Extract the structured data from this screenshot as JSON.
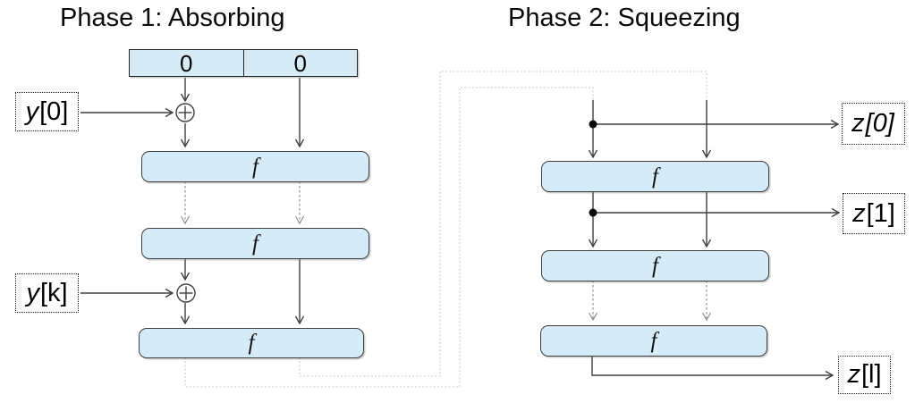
{
  "titles": {
    "left": "Phase 1: Absorbing",
    "right": "Phase 2: Squeezing"
  },
  "state": {
    "cells": [
      "0",
      "0"
    ]
  },
  "absorbing": {
    "rounds": [
      {
        "label": "f"
      },
      {
        "label": "f"
      },
      {
        "label": "f"
      }
    ],
    "inputs": [
      {
        "var": "y",
        "index": "[0]"
      },
      {
        "var": "y",
        "index": "[k]"
      }
    ]
  },
  "squeezing": {
    "rounds": [
      {
        "label": "f"
      },
      {
        "label": "f"
      },
      {
        "label": "f"
      }
    ],
    "outputs": [
      {
        "var": "z",
        "index": "[0]"
      },
      {
        "var": "z",
        "index": "[1]"
      },
      {
        "var": "z",
        "index": "[l]"
      }
    ]
  },
  "icons": {
    "xor": "xor-plus-in-circle",
    "junction": "filled-dot"
  },
  "colors": {
    "box_fill": "#d6ebf8",
    "box_border": "#3f3f3f",
    "arrow": "#3f3f3f",
    "dashed_arrow": "#8f8f8f",
    "loop_line": "#c9c9c9",
    "label_border": "#1a1a1a",
    "text": "#0a0a0a",
    "background": "#ffffff"
  }
}
